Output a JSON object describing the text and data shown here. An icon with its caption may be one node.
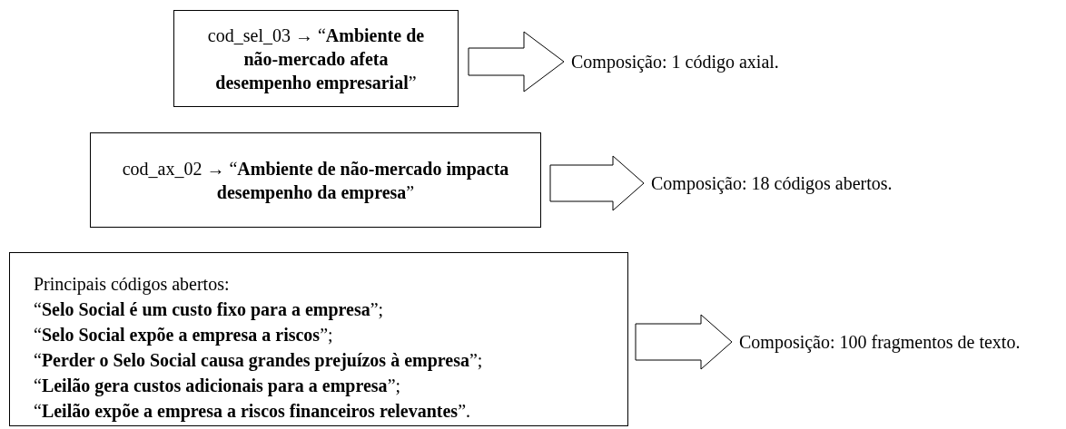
{
  "diagram": {
    "nodes": [
      {
        "text": [
          "cod_sel_03 → “**Ambiente de não-mercado afeta desempenho empresarial**”"
        ]
      },
      {
        "text": [
          "Composição: 1 código axial."
        ]
      },
      {
        "text": [
          "cod_ax_02 → “**Ambiente de não-mercado impacta desempenho da empresa**”"
        ]
      },
      {
        "text": [
          "Composição: 18 códigos abertos."
        ]
      },
      {
        "text": [
          "Principais códigos abertos:",
          "“**Selo Social é um custo fixo para a empresa**”;",
          "“**Selo Social expõe a empresa a riscos**”;",
          "“**Perder o Selo Social causa grandes prejuízos à empresa**”;",
          "“**Leilão gera custos adicionais para a empresa**”;",
          "“**Leilão expõe a empresa a riscos financeiros relevantes**”."
        ]
      },
      {
        "text": [
          "Composição: 100 fragmentos de texto."
        ]
      }
    ],
    "edges": [
      {
        "from": 0,
        "to": 1,
        "arrow": "to"
      },
      {
        "from": 2,
        "to": 3,
        "arrow": "to"
      },
      {
        "from": 4,
        "to": 5,
        "arrow": "to"
      }
    ]
  }
}
